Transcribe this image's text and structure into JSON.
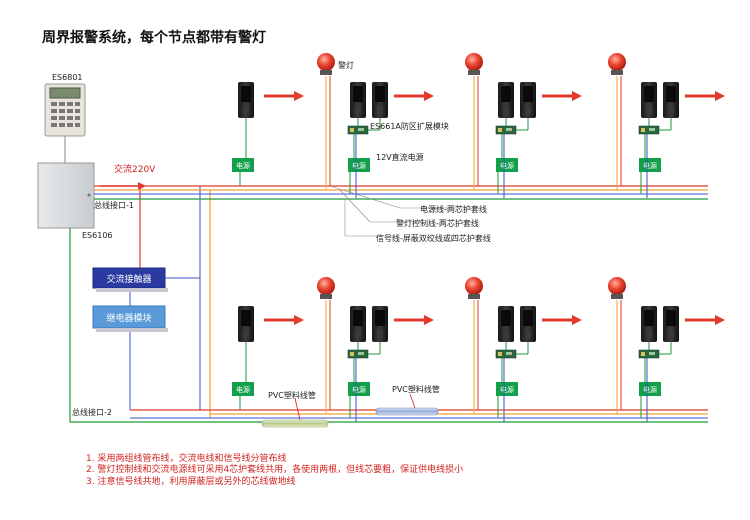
{
  "title": "周界报警系统，每个节点都带有警灯",
  "keypad_label": "ES6801",
  "panel_label": "ES6106",
  "bus1_label": "总线接口-1",
  "bus2_label": "总线接口-2",
  "ac_label": "交流220V",
  "contactor_label": "交流接触器",
  "relay_label": "继电器模块",
  "lamp_label": "警灯",
  "module_label": "ES661A防区扩展模块",
  "dc_label": "12V直流电源",
  "power_box_label": "电源",
  "cable_power_label": "电源线-两芯护套线",
  "cable_lamp_label": "警灯控制线-两芯护套线",
  "cable_signal_label": "信号线-屏蔽双绞线或四芯护套线",
  "pvc1_label": "PVC塑料线管",
  "pvc2_label": "PVC塑料线管",
  "notes": [
    "1. 采用两组线管布线，交流电线和信号线分管布线",
    "2. 警灯控制线和交流电源线可采用4芯护套线共用，各使用两根，但线芯要粗，保证供电线损小",
    "3. 注意信号线共地，利用屏蔽层或另外的芯线做地线"
  ],
  "colors": {
    "ac_wire": "#e23a2a",
    "lamp_wire": "#f0a030",
    "signal_wire": "#1a9a3a",
    "bus_wire": "#3b4fd0",
    "power_box": "#12a04a",
    "contactor": "#2a3aa0",
    "relay": "#5a9ad8",
    "arrow": "#e23a2a",
    "lamp": "#e03a2a"
  },
  "icons": [
    "detector-icon",
    "alarm-lamp-icon",
    "arrow-right-icon",
    "keypad-icon",
    "control-panel-icon",
    "expansion-module-icon"
  ]
}
